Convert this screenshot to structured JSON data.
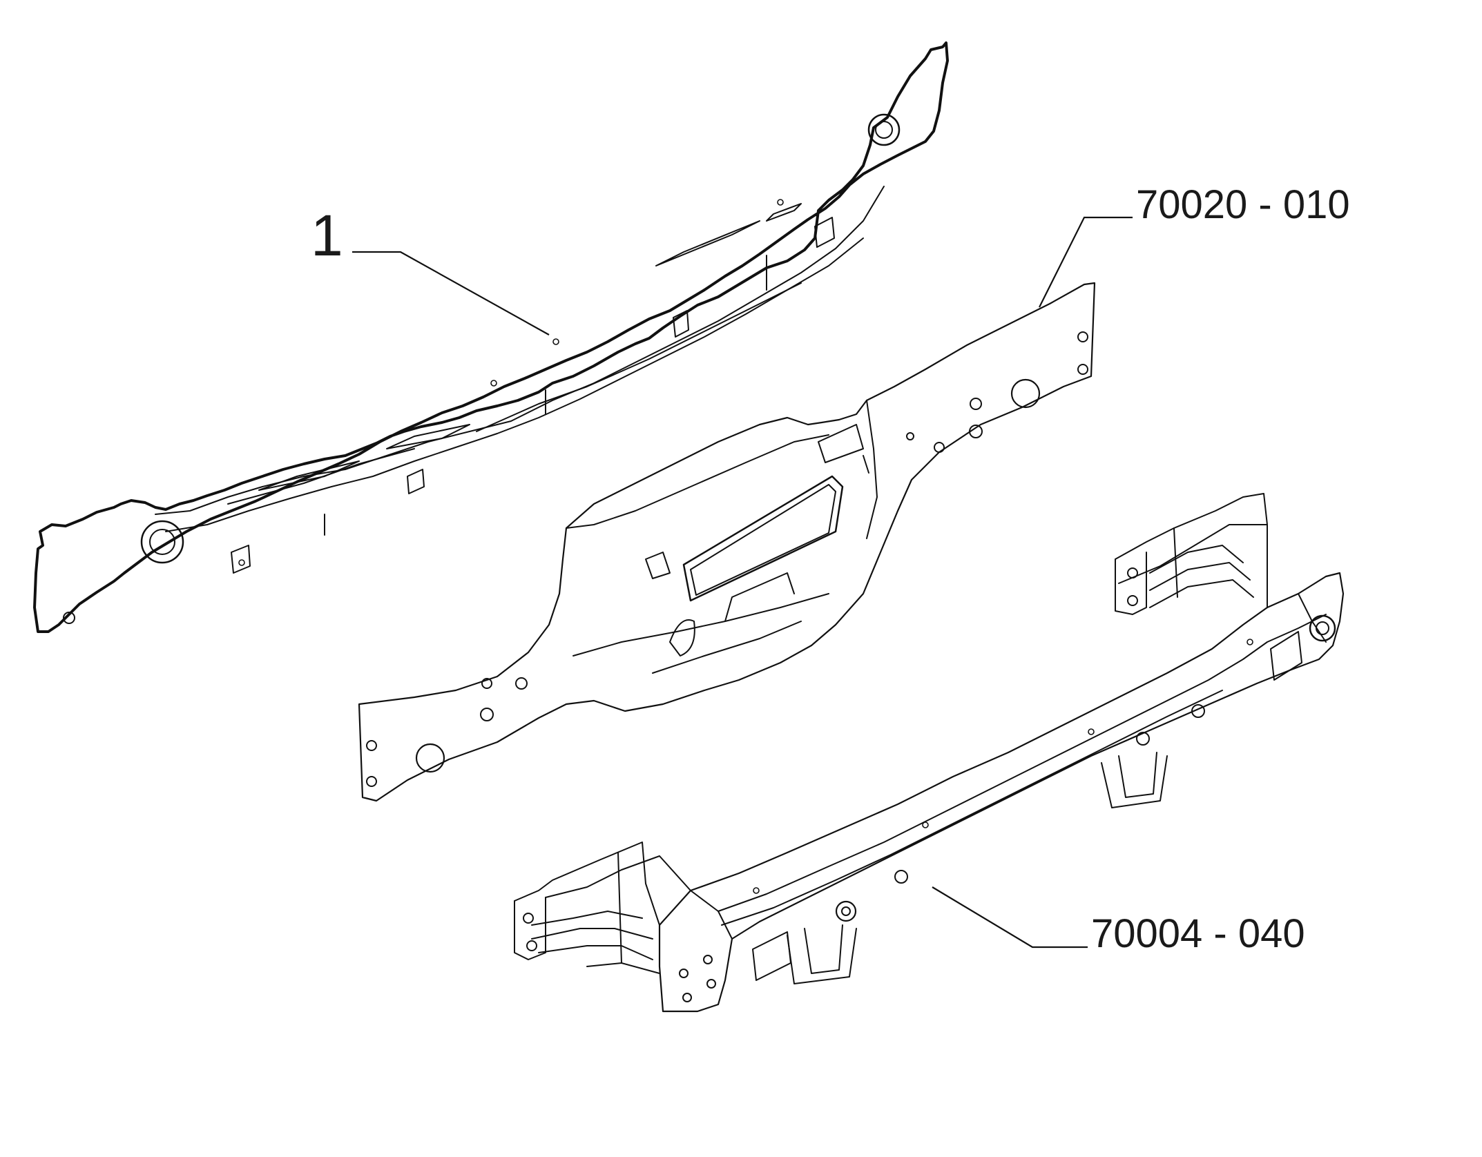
{
  "callouts": {
    "part_1": "1",
    "part_plate": "70020 - 010",
    "part_beam": "70004 - 040"
  }
}
